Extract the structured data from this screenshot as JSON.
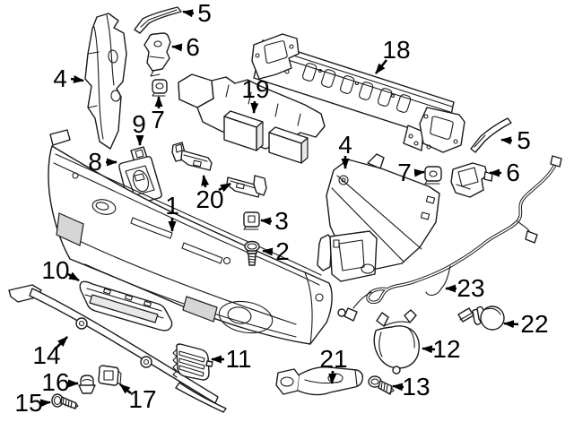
{
  "diagram": {
    "colors": {
      "background": "#ffffff",
      "line": "#1a1a1a",
      "label": "#000000",
      "shade": "#e8e8e8"
    },
    "callouts": [
      {
        "id": "5-top",
        "label": "5"
      },
      {
        "id": "6-top",
        "label": "6"
      },
      {
        "id": "4-left",
        "label": "4"
      },
      {
        "id": "7-left",
        "label": "7"
      },
      {
        "id": "9",
        "label": "9"
      },
      {
        "id": "8",
        "label": "8"
      },
      {
        "id": "19",
        "label": "19"
      },
      {
        "id": "18",
        "label": "18"
      },
      {
        "id": "5-right",
        "label": "5"
      },
      {
        "id": "6-right",
        "label": "6"
      },
      {
        "id": "7-right",
        "label": "7"
      },
      {
        "id": "4-right",
        "label": "4"
      },
      {
        "id": "1",
        "label": "1"
      },
      {
        "id": "20",
        "label": "20"
      },
      {
        "id": "3",
        "label": "3"
      },
      {
        "id": "2",
        "label": "2"
      },
      {
        "id": "10",
        "label": "10"
      },
      {
        "id": "14",
        "label": "14"
      },
      {
        "id": "16",
        "label": "16"
      },
      {
        "id": "15",
        "label": "15"
      },
      {
        "id": "17",
        "label": "17"
      },
      {
        "id": "11",
        "label": "11"
      },
      {
        "id": "21",
        "label": "21"
      },
      {
        "id": "13",
        "label": "13"
      },
      {
        "id": "12",
        "label": "12"
      },
      {
        "id": "22",
        "label": "22"
      },
      {
        "id": "23",
        "label": "23"
      }
    ]
  }
}
